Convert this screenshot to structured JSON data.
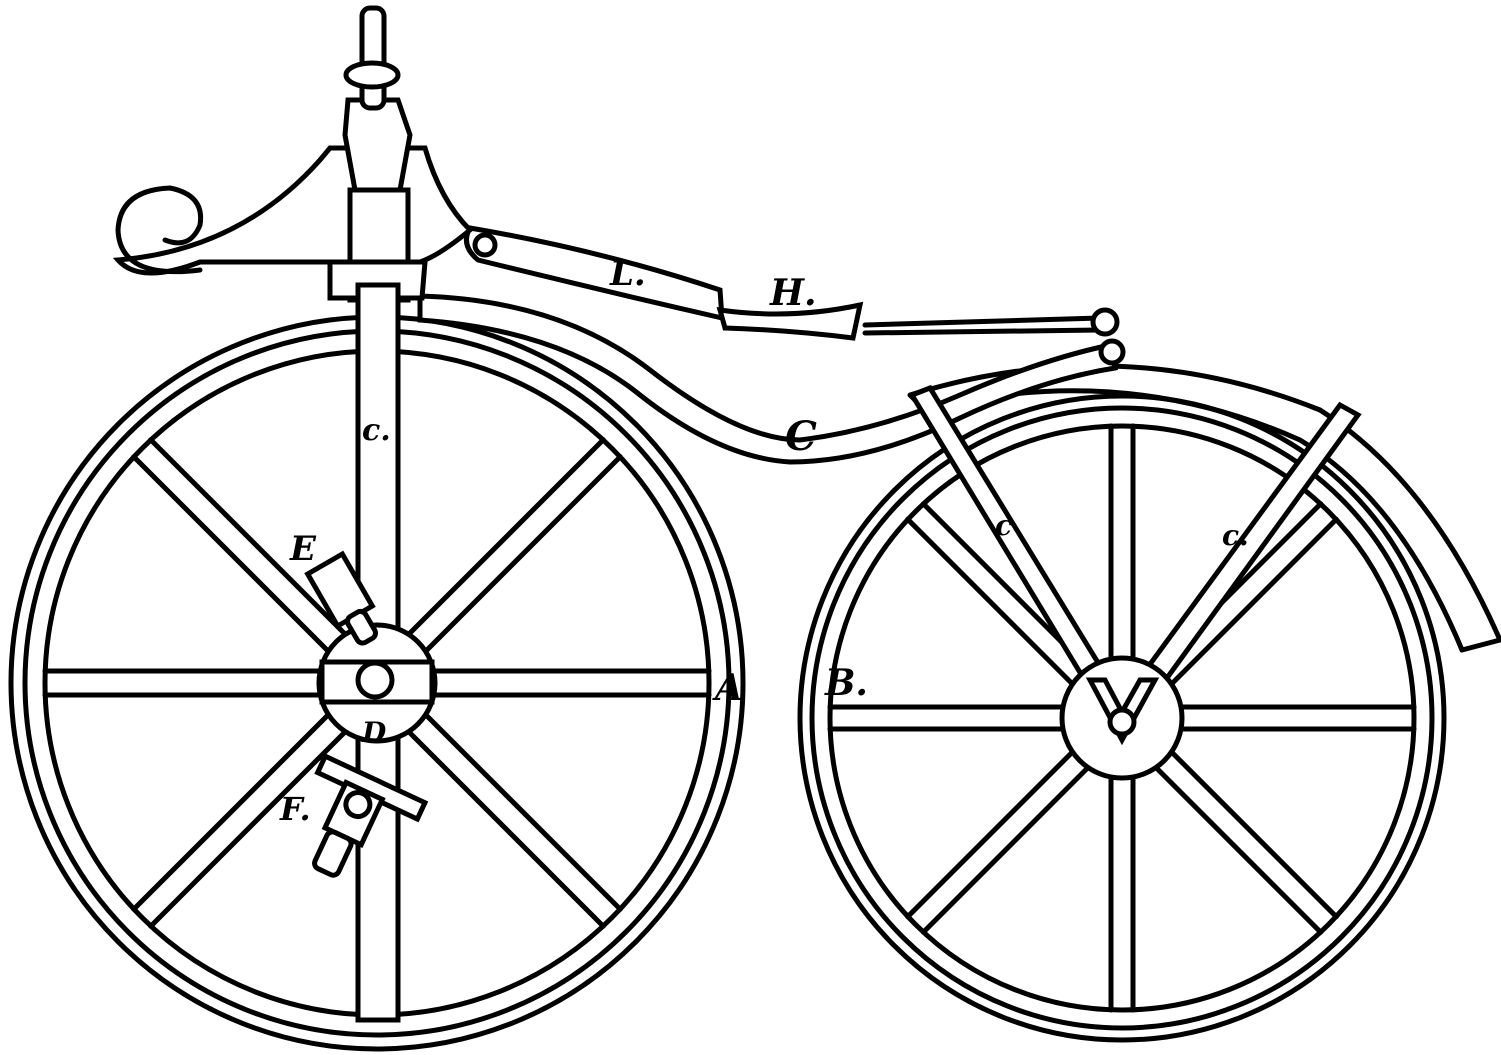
{
  "figure": {
    "subject": "velocipede",
    "ink_color": "#000000",
    "paper_color": "#ffffff",
    "labels": {
      "L": "L.",
      "H": "H.",
      "C_frame": "C",
      "c_steer": "c.",
      "E": "E",
      "D": "D",
      "F": "F.",
      "A": "A",
      "B": "B.",
      "c_rear_left": "c",
      "c_rear_right": "c."
    },
    "front_wheel_spokes": 8,
    "rear_wheel_spokes": 8
  }
}
